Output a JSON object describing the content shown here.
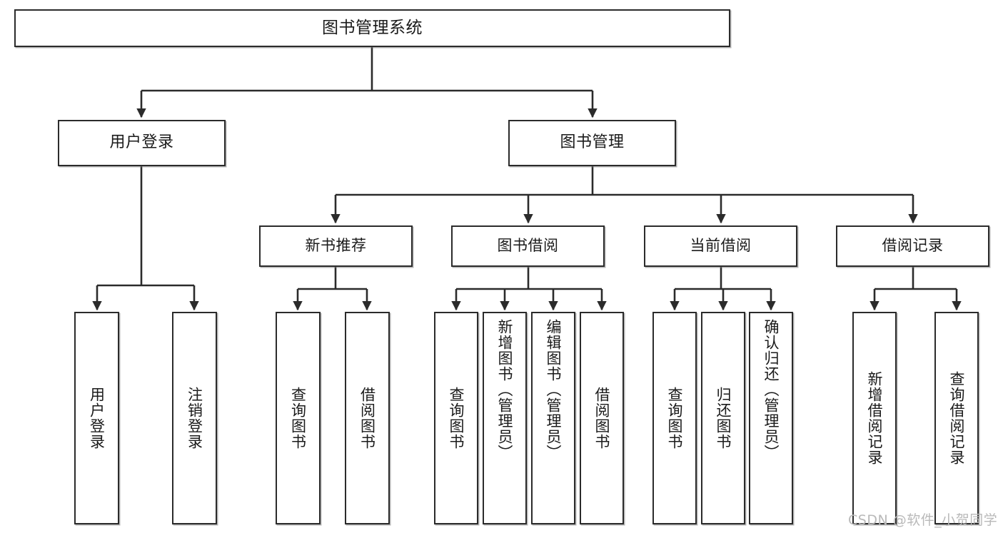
{
  "diagram": {
    "type": "tree",
    "title": "图书管理系统",
    "orientation": "top-down",
    "box_fill": "#ffffff",
    "box_stroke": "#2b2b2b",
    "connector_color": "#2b2b2b",
    "background": "#ffffff"
  },
  "root": {
    "label": "图书管理系统"
  },
  "level2": [
    {
      "label": "用户登录"
    },
    {
      "label": "图书管理"
    }
  ],
  "level3": [
    {
      "label": "新书推荐"
    },
    {
      "label": "图书借阅"
    },
    {
      "label": "当前借阅"
    },
    {
      "label": "借阅记录"
    }
  ],
  "leaves": {
    "user_login": [
      {
        "label": "用户登录"
      },
      {
        "label": "注销登录"
      }
    ],
    "new_book": [
      {
        "label": "查询图书"
      },
      {
        "label": "借阅图书"
      }
    ],
    "book_borrow": [
      {
        "label": "查询图书"
      },
      {
        "label": "新增图书（管理员）"
      },
      {
        "label": "编辑图书（管理员）"
      },
      {
        "label": "借阅图书"
      }
    ],
    "current_borrow": [
      {
        "label": "查询图书"
      },
      {
        "label": "归还图书"
      },
      {
        "label": "确认归还（管理员）"
      }
    ],
    "borrow_record": [
      {
        "label": "新增借阅记录"
      },
      {
        "label": "查询借阅记录"
      }
    ]
  },
  "watermark": {
    "text": "CSDN @软件_小贺同学",
    "color": "#b9b9b9"
  }
}
